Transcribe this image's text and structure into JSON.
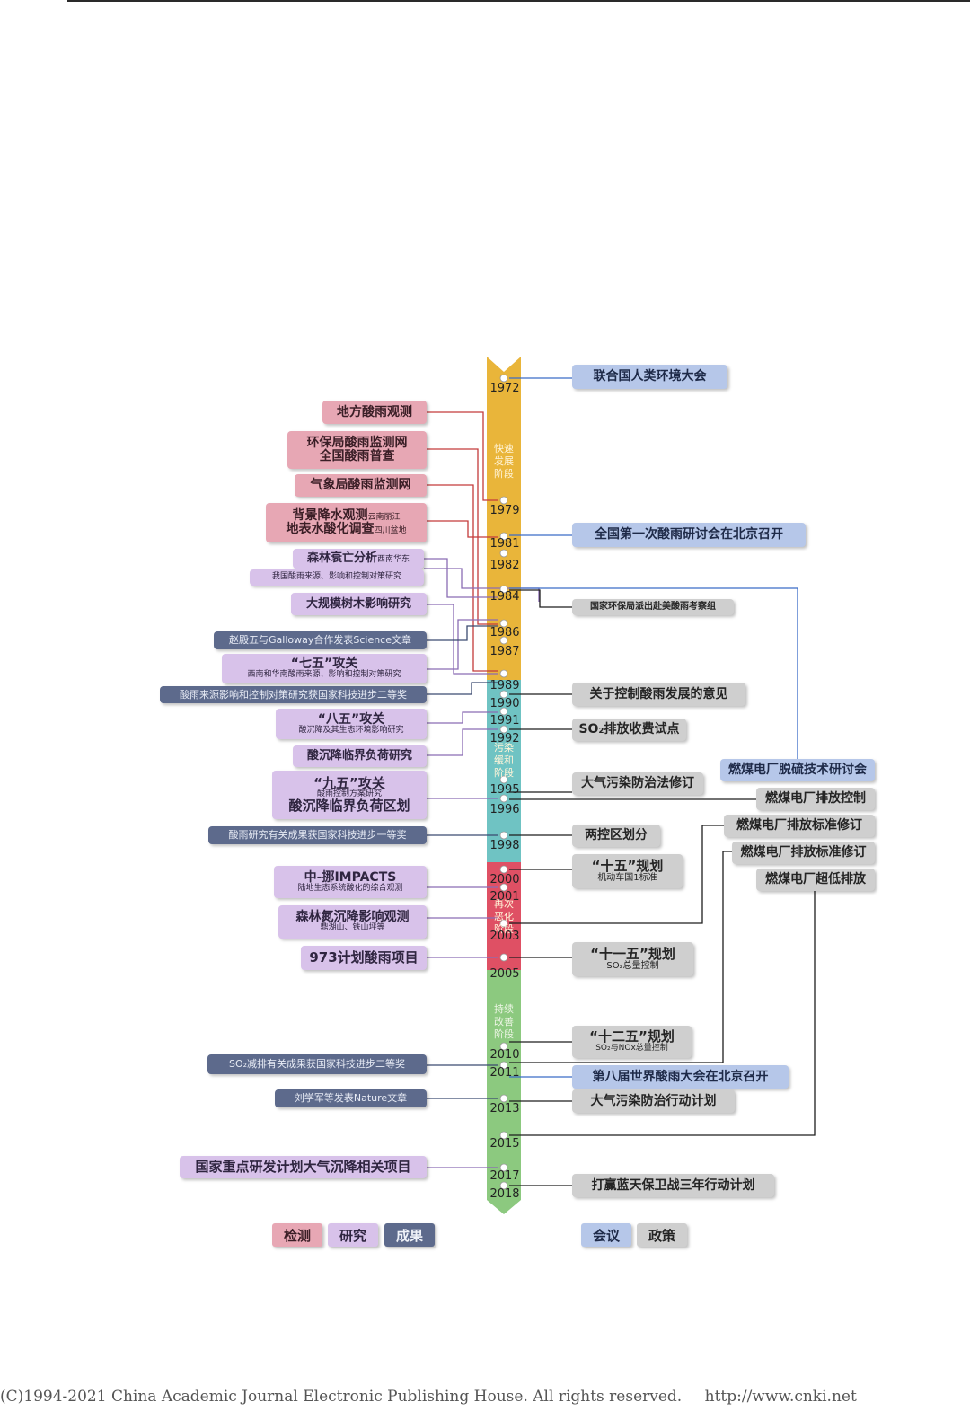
{
  "stages": [
    {
      "label": "快速发展阶段"
    },
    {
      "label": "污染缓和阶段"
    },
    {
      "label": "再次恶化阶段"
    },
    {
      "label": "持续改善阶段"
    }
  ],
  "years": [
    "1972",
    "1979",
    "1981",
    "1982",
    "1984",
    "1986",
    "1987",
    "1989",
    "1990",
    "1991",
    "1992",
    "1995",
    "1996",
    "1998",
    "2000",
    "2001",
    "2003",
    "2005",
    "2010",
    "2011",
    "2013",
    "2015",
    "2017",
    "2018"
  ],
  "left_items": [
    {
      "category": "monitor",
      "main": "地方酸雨观测",
      "sub": ""
    },
    {
      "category": "monitor",
      "main": "环保局酸雨监测网",
      "main2": "全国酸雨普查"
    },
    {
      "category": "monitor",
      "main": "气象局酸雨监测网"
    },
    {
      "category": "monitor",
      "main": "背景降水观测",
      "inline": "云南丽江",
      "main2": "地表水酸化调查",
      "inline2": "四川盆地"
    },
    {
      "category": "research",
      "main": "森林衰亡分析",
      "inline": "西南华东"
    },
    {
      "category": "research",
      "main": "我国酸雨来源、影响和控制对策研究"
    },
    {
      "category": "research",
      "main": "大规模树木影响研究"
    },
    {
      "category": "achieve",
      "main": "赵殿五与Galloway合作发表Science文章"
    },
    {
      "category": "research",
      "main": "“七五”攻关",
      "sub": "西南和华南酸雨来源、影响和控制对策研究"
    },
    {
      "category": "achieve",
      "main": "酸雨来源影响和控制对策研究获国家科技进步二等奖"
    },
    {
      "category": "research",
      "main": "“八五”攻关",
      "sub": "酸沉降及其生态环境影响研究"
    },
    {
      "category": "research",
      "main": "酸沉降临界负荷研究"
    },
    {
      "category": "research",
      "main": "“九五”攻关",
      "sub": "酸雨控制方案研究",
      "main2": "酸沉降临界负荷区划"
    },
    {
      "category": "achieve",
      "main": "酸雨研究有关成果获国家科技进步一等奖"
    },
    {
      "category": "research",
      "main": "中-挪IMPACTS",
      "sub": "陆地生态系统酸化的综合观测"
    },
    {
      "category": "research",
      "main": "森林氮沉降影响观测",
      "sub": "鼎湖山、铁山坪等"
    },
    {
      "category": "research",
      "main": "973计划酸雨项目"
    },
    {
      "category": "achieve",
      "main": "SO₂减排有关成果获国家科技进步二等奖"
    },
    {
      "category": "achieve",
      "main": "刘学军等发表Nature文章"
    },
    {
      "category": "research",
      "main": "国家重点研发计划大气沉降相关项目"
    }
  ],
  "right_items": [
    {
      "category": "meeting",
      "main": "联合国人类环境大会"
    },
    {
      "category": "meeting",
      "main": "全国第一次酸雨研讨会在北京召开"
    },
    {
      "category": "policy",
      "main": "国家环保局派出赴美酸雨考察组"
    },
    {
      "category": "policy",
      "main": "关于控制酸雨发展的意见"
    },
    {
      "category": "policy",
      "main": "SO₂排放收费试点"
    },
    {
      "category": "policy",
      "main": "大气污染防治法修订"
    },
    {
      "category": "meeting",
      "main": "燃煤电厂脱硫技术研讨会"
    },
    {
      "category": "policy",
      "main": "燃煤电厂排放控制"
    },
    {
      "category": "policy",
      "main": "两控区划分"
    },
    {
      "category": "policy",
      "main": "燃煤电厂排放标准修订"
    },
    {
      "category": "policy",
      "main": "燃煤电厂排放标准修订"
    },
    {
      "category": "policy",
      "main": "“十五”规划",
      "sub": "机动车国1标准"
    },
    {
      "category": "policy",
      "main": "燃煤电厂超低排放"
    },
    {
      "category": "policy",
      "main": "“十一五”规划",
      "sub": "SO₂总量控制"
    },
    {
      "category": "policy",
      "main": "“十二五”规划",
      "sub": "SO₂与NOx总量控制"
    },
    {
      "category": "meeting",
      "main": "第八届世界酸雨大会在北京召开"
    },
    {
      "category": "policy",
      "main": "大气污染防治行动计划"
    },
    {
      "category": "policy",
      "main": "打赢蓝天保卫战三年行动计划"
    }
  ],
  "legend_left": [
    "检测",
    "研究",
    "成果"
  ],
  "legend_right": [
    "会议",
    "政策"
  ],
  "colors": {
    "stage1": "#e9b53a",
    "stage2": "#6fc3c3",
    "stage3": "#df5064",
    "stage4": "#8cc97f",
    "monitor": "#e7a7b4",
    "research": "#d8c2ea",
    "achieve": "#5d6a8c",
    "meeting": "#b6c7e9",
    "policy": "#cfcfcf"
  },
  "footer": {
    "copyright": "(C)1994-2021 China Academic Journal Electronic Publishing House. All rights reserved.",
    "url": "http://www.cnki.net"
  }
}
